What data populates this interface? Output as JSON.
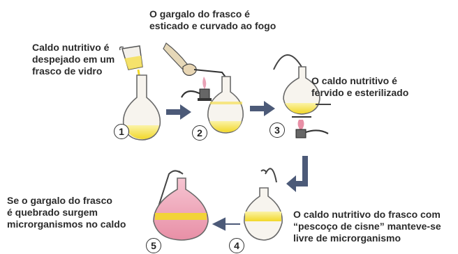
{
  "captions": {
    "pour": "Caldo nutritivo é\ndespejado em um\nfrasco de vidro",
    "bend": "O gargalo do frasco é\nesticado e curvado ao fogo",
    "boil": "O caldo nutritivo é\nfervido e esterilizado",
    "swan": "O caldo nutritivo do frasco com\n“pescoço de cisne” manteve-se\nlivre de microrganismo",
    "broken": "Se o gargalo do frasco\né quebrado surgem\nmicrorganismos no caldo"
  },
  "steps": [
    "1",
    "2",
    "3",
    "4",
    "5"
  ],
  "colors": {
    "broth": "#f2d82a",
    "contaminated": "#e88fa6",
    "glass": "#f7f4ee",
    "arrow": "#4c5a78",
    "text": "#2b2b2b"
  }
}
